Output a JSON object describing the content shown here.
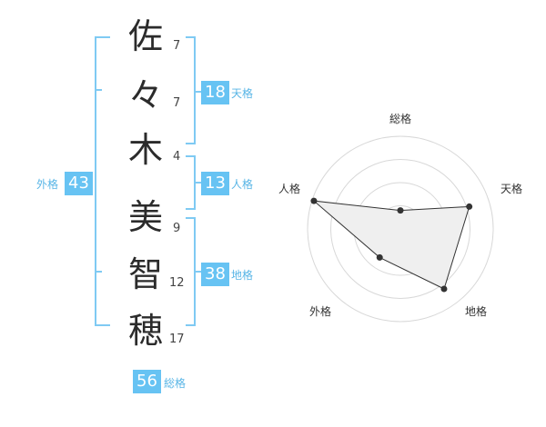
{
  "name": {
    "characters": [
      {
        "char": "佐",
        "strokes": "7"
      },
      {
        "char": "々",
        "strokes": "7"
      },
      {
        "char": "木",
        "strokes": "4"
      },
      {
        "char": "美",
        "strokes": "9"
      },
      {
        "char": "智",
        "strokes": "12"
      },
      {
        "char": "穂",
        "strokes": "17"
      }
    ]
  },
  "kakusu": {
    "tenkaku": {
      "value": "18",
      "label": "天格"
    },
    "jinkaku": {
      "value": "13",
      "label": "人格"
    },
    "chikaku": {
      "value": "38",
      "label": "地格"
    },
    "gaikaku": {
      "value": "43",
      "label": "外格"
    },
    "soukaku": {
      "value": "56",
      "label": "総格"
    }
  },
  "radar": {
    "axes": [
      "総格",
      "天格",
      "地格",
      "外格",
      "人格"
    ],
    "values": [
      0.2,
      0.78,
      0.8,
      0.38,
      0.98
    ],
    "fill_color": "#efefef",
    "line_color": "#333333",
    "grid_color": "#d8d8d8"
  },
  "colors": {
    "accent": "#67c3f3",
    "bracket": "#7fcaf3"
  }
}
